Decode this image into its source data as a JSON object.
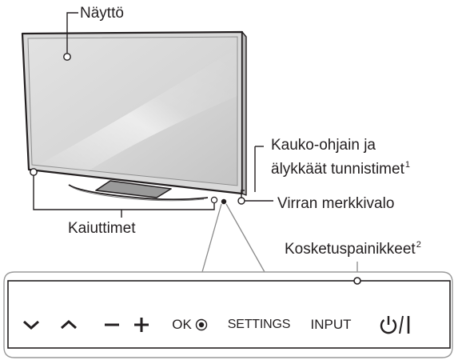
{
  "labels": {
    "screen": "Näyttö",
    "remote_line1": "Kauko-ohjain ja",
    "remote_line2": "älykkäät tunnistimet",
    "remote_footnote": "1",
    "power_light": "Virran merkkivalo",
    "speakers": "Kaiuttimet",
    "touch_buttons": "Kosketuspainikkeet",
    "touch_footnote": "2"
  },
  "buttons": {
    "down": "channel-down-chevron-icon",
    "up": "channel-up-chevron-icon",
    "minus": "volume-minus-icon",
    "plus": "volume-plus-icon",
    "ok": "OK",
    "settings": "SETTINGS",
    "input": "INPUT",
    "power": "power-icon"
  }
}
